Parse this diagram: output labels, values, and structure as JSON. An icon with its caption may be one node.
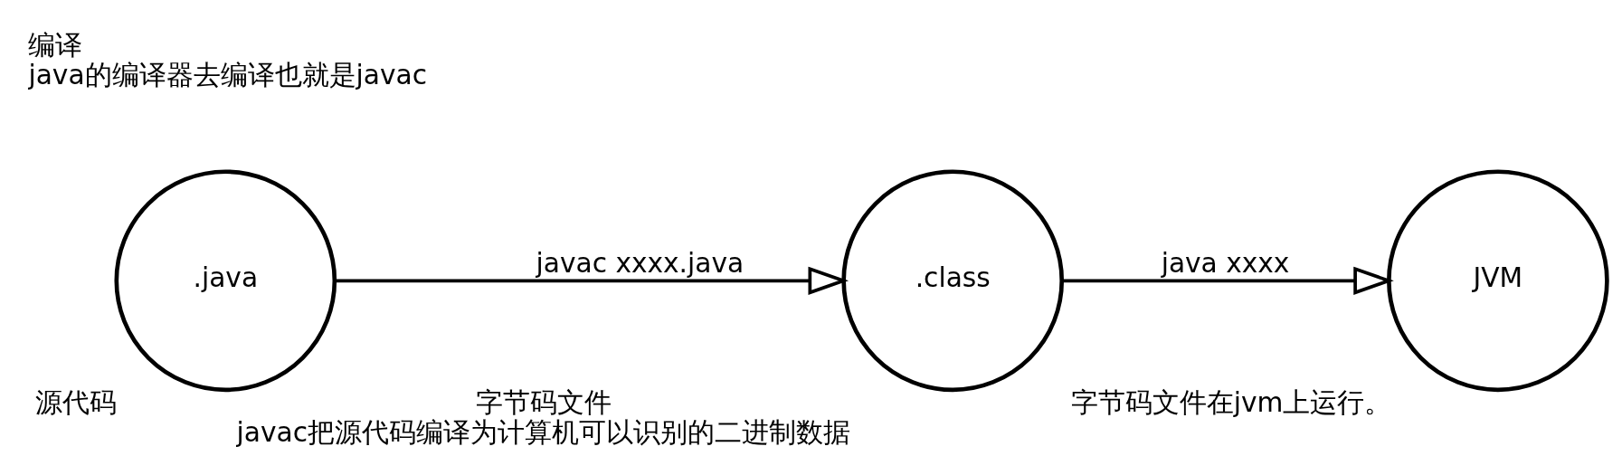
{
  "diagram": {
    "nodes": [
      {
        "text": [
          ".java"
        ],
        "beside": [
          "源代码"
        ]
      },
      {
        "text": [
          ".class"
        ],
        "beside": [
          "字节码文件",
          "javac把源代码编译为计算机可以识别的二进制数据"
        ]
      },
      {
        "text": [
          "JVM"
        ],
        "beside": [
          "字节码文件在jvm上运行。"
        ]
      }
    ],
    "edges": [
      {
        "from": 0,
        "to": 1,
        "arrow": "to",
        "label": "javac xxxx.java"
      },
      {
        "from": 1,
        "to": 2,
        "arrow": "to",
        "label": "java xxxx"
      }
    ],
    "labels": [
      "编译",
      "java的编译器去编译也就是javac"
    ]
  }
}
